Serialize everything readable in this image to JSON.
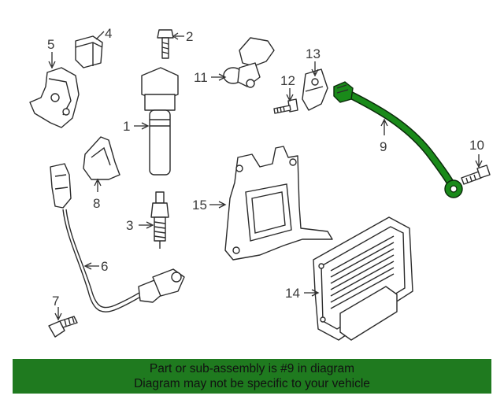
{
  "callouts": {
    "c1": "1",
    "c2": "2",
    "c3": "3",
    "c4": "4",
    "c5": "5",
    "c6": "6",
    "c7": "7",
    "c8": "8",
    "c9": "9",
    "c10": "10",
    "c11": "11",
    "c12": "12",
    "c13": "13",
    "c14": "14",
    "c15": "15"
  },
  "highlight_part": "9",
  "colors": {
    "highlight": "#1a8a1a",
    "banner": "#1f7a1f",
    "linework": "#2b2b2b"
  },
  "banner": {
    "line1": "Part or sub-assembly is #9 in diagram",
    "line2": "Diagram may not be specific to your vehicle"
  }
}
